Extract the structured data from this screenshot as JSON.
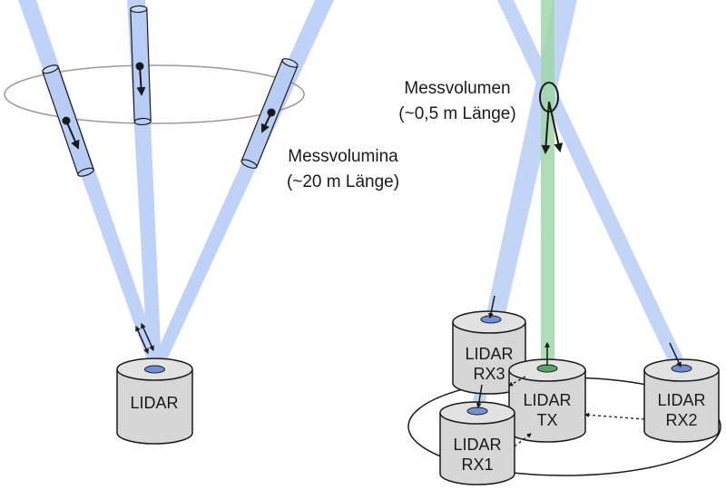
{
  "left_setup": {
    "volume_label_line1": "Messvolumina",
    "volume_label_line2": "(~20 m Länge)",
    "lidar_label": "LIDAR"
  },
  "right_setup": {
    "volume_label_line1": "Messvolumen",
    "volume_label_line2": "(~0,5 m Länge)",
    "tx": {
      "line1": "LIDAR",
      "line2": "TX"
    },
    "rx1": {
      "line1": "LIDAR",
      "line2": "RX1"
    },
    "rx2": {
      "line1": "LIDAR",
      "line2": "RX2"
    },
    "rx3": {
      "line1": "LIDAR",
      "line2": "RX3"
    }
  },
  "colors": {
    "beam_blue": "#a9c4f5",
    "beam_green": "#9fd6a8",
    "cylinder_fill": "#d6d6d6",
    "lens_blue": "#6f8fd6",
    "lens_green": "#5aa469",
    "outline": "#1a1a1a"
  }
}
